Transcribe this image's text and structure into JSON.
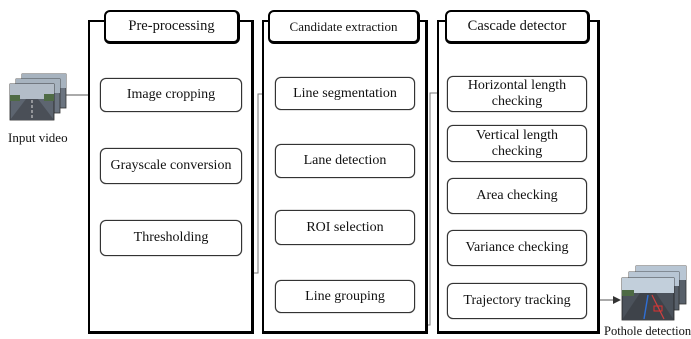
{
  "diagram": {
    "input_label": "Input video",
    "output_label": "Pothole detection",
    "panels": {
      "preprocessing": {
        "title": "Pre-processing",
        "steps": [
          "Image cropping",
          "Grayscale conversion",
          "Thresholding"
        ]
      },
      "candidate": {
        "title": "Candidate extraction",
        "steps": [
          "Line segmentation",
          "Lane detection",
          "ROI selection",
          "Line grouping"
        ]
      },
      "cascade": {
        "title": "Cascade  detector",
        "steps": [
          "Horizontal length checking",
          "Vertical length checking",
          "Area checking",
          "Variance checking",
          "Trajectory  tracking"
        ]
      }
    }
  }
}
